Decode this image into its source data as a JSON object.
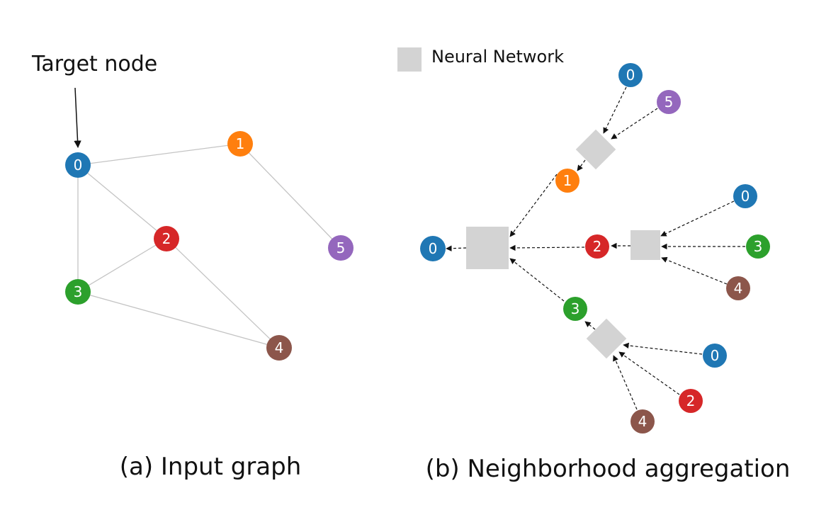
{
  "annotation": {
    "target_label": "Target node"
  },
  "legend": {
    "label": "Neural Network",
    "swatch_color": "#d3d3d3"
  },
  "captions": {
    "a": "(a) Input graph",
    "b": "(b) Neighborhood aggregation"
  },
  "colors": {
    "0": "#1f77b4",
    "1": "#ff7f0e",
    "2": "#d62728",
    "3": "#2ca02c",
    "4": "#8c564b",
    "5": "#9467bd"
  },
  "input_graph": {
    "nodes": [
      "0",
      "1",
      "2",
      "3",
      "4",
      "5"
    ],
    "edges": [
      [
        "0",
        "1"
      ],
      [
        "0",
        "2"
      ],
      [
        "0",
        "3"
      ],
      [
        "1",
        "5"
      ],
      [
        "2",
        "3"
      ],
      [
        "2",
        "4"
      ],
      [
        "3",
        "4"
      ]
    ]
  },
  "aggregation_tree": {
    "root": "0",
    "level1": [
      "1",
      "2",
      "3"
    ],
    "level2": {
      "1": [
        "0",
        "5"
      ],
      "2": [
        "0",
        "3",
        "4"
      ],
      "3": [
        "0",
        "2",
        "4"
      ]
    }
  }
}
